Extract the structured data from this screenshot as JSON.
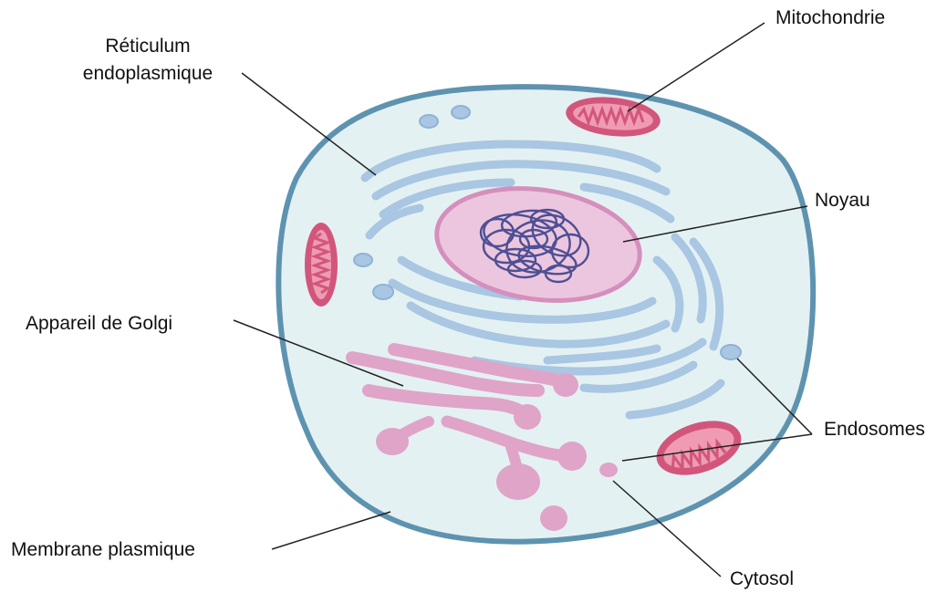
{
  "labels": {
    "reticulum_line1": "Réticulum",
    "reticulum_line2": "endoplasmique",
    "mitochondrie": "Mitochondrie",
    "noyau": "Noyau",
    "golgi": "Appareil de Golgi",
    "endosomes": "Endosomes",
    "membrane": "Membrane plasmique",
    "cytosol": "Cytosol"
  },
  "colors": {
    "membrane": "#5e93b0",
    "cytosol": "#e4f1f3",
    "er": "#a9c6e2",
    "nucleus_fill": "#ecc6de",
    "nucleus_border": "#d58fbc",
    "chromatin": "#4e4f94",
    "golgi": "#dfa4c8",
    "mito_outer": "#d2567b",
    "mito_inner": "#ef9bb3",
    "leader": "#222222"
  }
}
